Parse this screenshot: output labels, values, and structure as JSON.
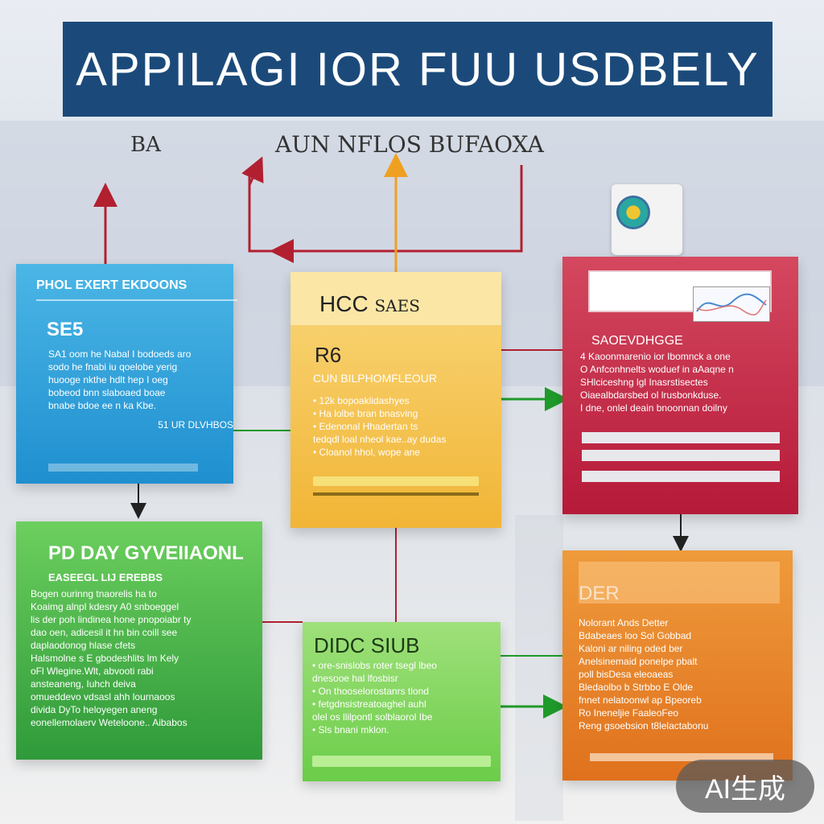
{
  "title": "APPILAGI IOR FUU USDBELY",
  "subtitle_left": "BA",
  "subtitle_main": "AUN NFLOS BUFAOXA",
  "cards": {
    "blue": {
      "header": "PHOL EXERT EKDOONS",
      "number": "SE5",
      "lines": [
        "SA1 oom he Nabal I bodoeds aro",
        "sodo he fnabi iu qoelobe yerig",
        "huooge nkthe hdlt hep I oeg",
        "bobeod bnn slaboaed boae",
        "bnabe bdoe ee n ka Kbe."
      ],
      "footer": "51 UR DLVHBOS"
    },
    "yellow": {
      "header": "HCC",
      "header_mark": "SAES",
      "number": "R6",
      "subheader": "CUN BILPHOMFLEOUR",
      "lines": [
        "• 12k bopoaklidashyes",
        "• Ha lolbe bran bnasving",
        "• Edenonal Hhadertan ts",
        "tedqdl loal nheol kae..ay dudas",
        "• Cloanol hhol, wope ane"
      ]
    },
    "red": {
      "header": "SAOEVDHGGE",
      "lines": [
        "4 Kaoonmarenio ior Ibomnck a one",
        "O Anfconhnelts woduef in aAaqne n",
        "SHlciceshng lgl Inasrstisectes",
        "Oiaealbdarsbed ol lrusbonkduse.",
        "I dne, onlel deain bnoonnan doilny"
      ]
    },
    "green": {
      "header": "PD DAY GYVEIIAONL",
      "subheader": "EASEEGL LIJ EREBBS",
      "lines": [
        "Bogen ourinng tnaorelis ha to",
        "Koaimg alnpl kdesry A0 snboeggel",
        "lis der poh lindinea hone pnopoiabr ty",
        "dao oen, adicesil it hn bin coill see",
        "daplaodonog hlase cfets",
        "Halsmolne s E gbodeshlits lm Kely",
        "oFl Wlegine.Wlt, abvooti rabi",
        "ansteaneng, Iuhch deiva",
        "omueddevo vdsasl ahh lournaoos",
        "divida DyTo heloyegen aneng",
        "eonellemolaerv Weteloone.. Aibabos"
      ]
    },
    "lime": {
      "header": "DIDC SIUB",
      "lines": [
        "• ore-snislobs roter tsegl lbeo",
        "dnesooe hal lfosbisr",
        "• On thooselorostanrs tlond",
        "• fetgdnsistreatoaghel auhl",
        "olel os llilpontl solblaorol Ibe",
        "• Sls bnani mklon."
      ]
    },
    "orange": {
      "header": "DER",
      "lines": [
        "Nolorant Ands Detter",
        "Bdabeaes loo Sol Gobbad",
        "Kaloni ar niling oded ber",
        "Anelsinemaid ponelpe pbalt",
        "poll bisDesa eleoaeas",
        "Bledaolbo b Strbbo E Olde",
        "fnnet nelatoonwl ap Bpeoreb",
        "Ro Ineneljie FaaleoFeo",
        "Reng gsoebsion t8lelactabonu"
      ]
    }
  },
  "badge": "AI生成",
  "colors": {
    "title_bg": "#1b4a7a",
    "blue": "#2fa0dc",
    "yellow": "#f3c04a",
    "red": "#c4304c",
    "green": "#45b34a",
    "lime": "#86d862",
    "orange": "#e8852b",
    "arrow_red": "#b22030",
    "arrow_green": "#1f9a2a",
    "arrow_orange": "#f0a020"
  }
}
